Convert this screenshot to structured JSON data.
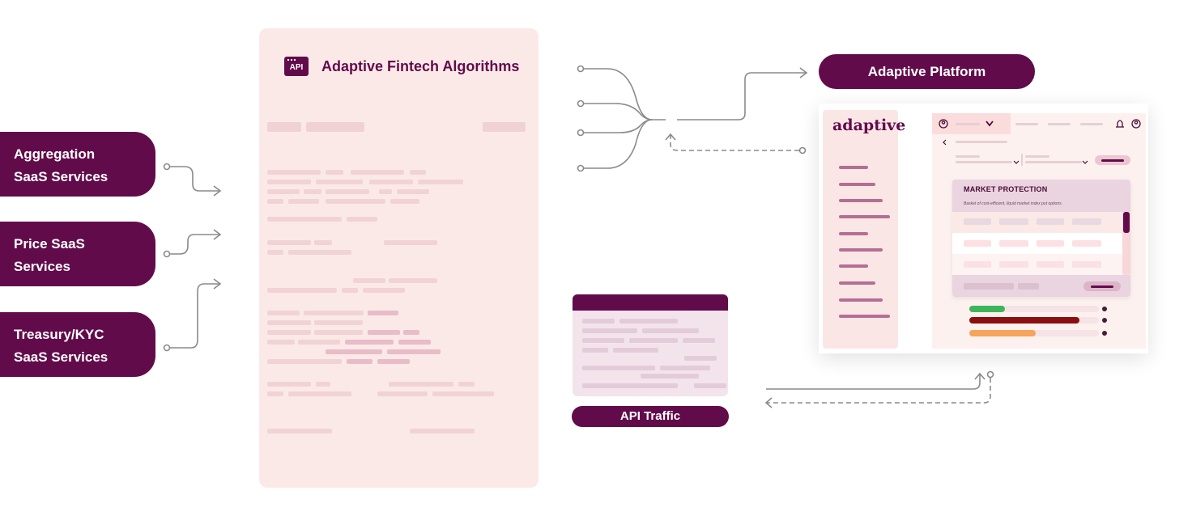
{
  "services": [
    {
      "line1": "Aggregation",
      "line2": "SaaS Services"
    },
    {
      "line1": "Price SaaS",
      "line2": "Services"
    },
    {
      "line1": "Treasury/KYC",
      "line2": "SaaS Services"
    }
  ],
  "engine": {
    "badge": "API",
    "title": "Adaptive Fintech Algorithms"
  },
  "platform": {
    "label": "Adaptive Platform",
    "logo": "adaptive"
  },
  "card": {
    "title": "MARKET PROTECTION",
    "subtitle": "Basket of cost-efficient, liquid market index put options."
  },
  "traffic": {
    "label": "API Traffic"
  },
  "colors": {
    "brand": "#620b4b",
    "panel": "#fbe9e8",
    "green": "#3fb55a",
    "red": "#8b0f0f",
    "orange": "#f5a45a"
  },
  "indicator_levels": [
    {
      "color": "green",
      "level": 0.27
    },
    {
      "color": "red",
      "level": 0.85
    },
    {
      "color": "orange",
      "level": 0.5
    }
  ]
}
